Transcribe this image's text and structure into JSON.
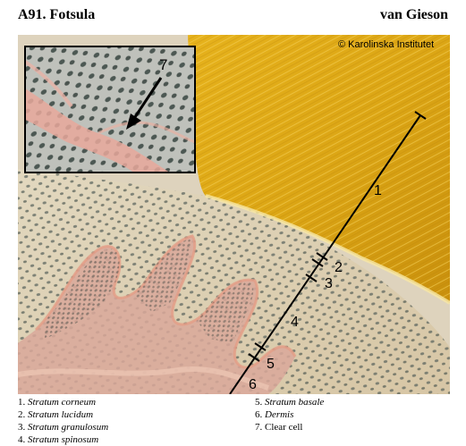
{
  "header": {
    "title": "A91. Fotsula",
    "stain": "van Gieson"
  },
  "figure": {
    "copyright": "© Karolinska Institutet",
    "markers": [
      "1",
      "2",
      "3",
      "4",
      "5",
      "6"
    ],
    "inset_marker": "7"
  },
  "legend": {
    "items": [
      {
        "num": "1.",
        "text": "Stratum corneum"
      },
      {
        "num": "2.",
        "text": "Stratum lucidum"
      },
      {
        "num": "3.",
        "text": "Stratum granulosum"
      },
      {
        "num": "4.",
        "text": "Stratum spinosum"
      },
      {
        "num": "5.",
        "text": "Stratum basale"
      },
      {
        "num": "6.",
        "text": "Dermis"
      },
      {
        "num": "7.",
        "text": "Clear cell"
      }
    ]
  }
}
